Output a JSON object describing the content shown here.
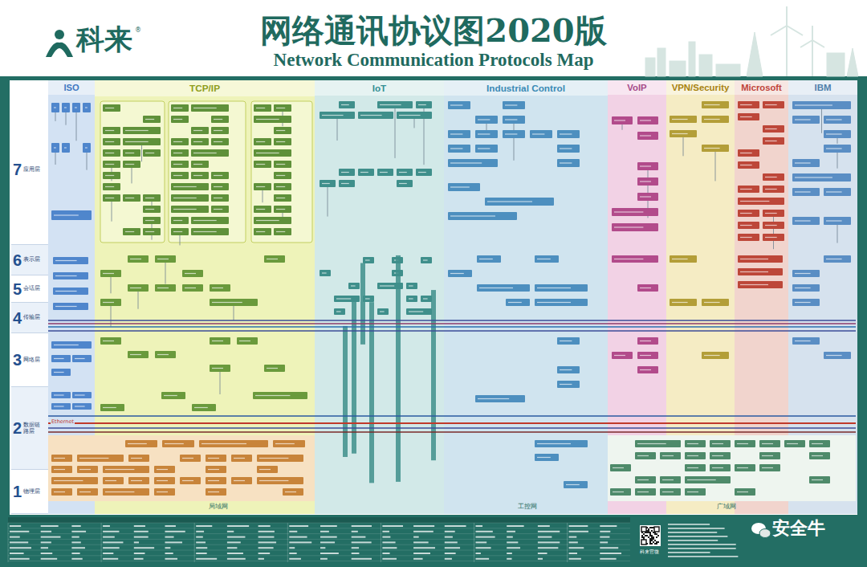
{
  "diagram": {
    "title": "网络通讯协议图2020版",
    "nodes": [
      {
        "text": [
          "ISO"
        ]
      },
      {
        "text": [
          "TCP/IP"
        ]
      },
      {
        "text": [
          "IoT"
        ]
      },
      {
        "text": [
          "Industrial Control"
        ]
      },
      {
        "text": [
          "VoIP"
        ]
      },
      {
        "text": [
          "VPN/Security"
        ]
      },
      {
        "text": [
          "Microsoft"
        ]
      },
      {
        "text": [
          "IBM"
        ]
      },
      {
        "text": [
          "7",
          "应用层"
        ]
      },
      {
        "text": [
          "6",
          "表示层"
        ]
      },
      {
        "text": [
          "5",
          "会话层"
        ]
      },
      {
        "text": [
          "4",
          "传输层"
        ]
      },
      {
        "text": [
          "3",
          "网络层"
        ]
      },
      {
        "text": [
          "2",
          "数据链路层"
        ]
      },
      {
        "text": [
          "1",
          "物理层"
        ]
      }
    ],
    "labels": [
      "科来",
      "®",
      "Network Communication Protocols Map",
      "Ethernet",
      "局域网",
      "工控网",
      "广域网",
      "科来官微",
      "安全牛"
    ]
  }
}
